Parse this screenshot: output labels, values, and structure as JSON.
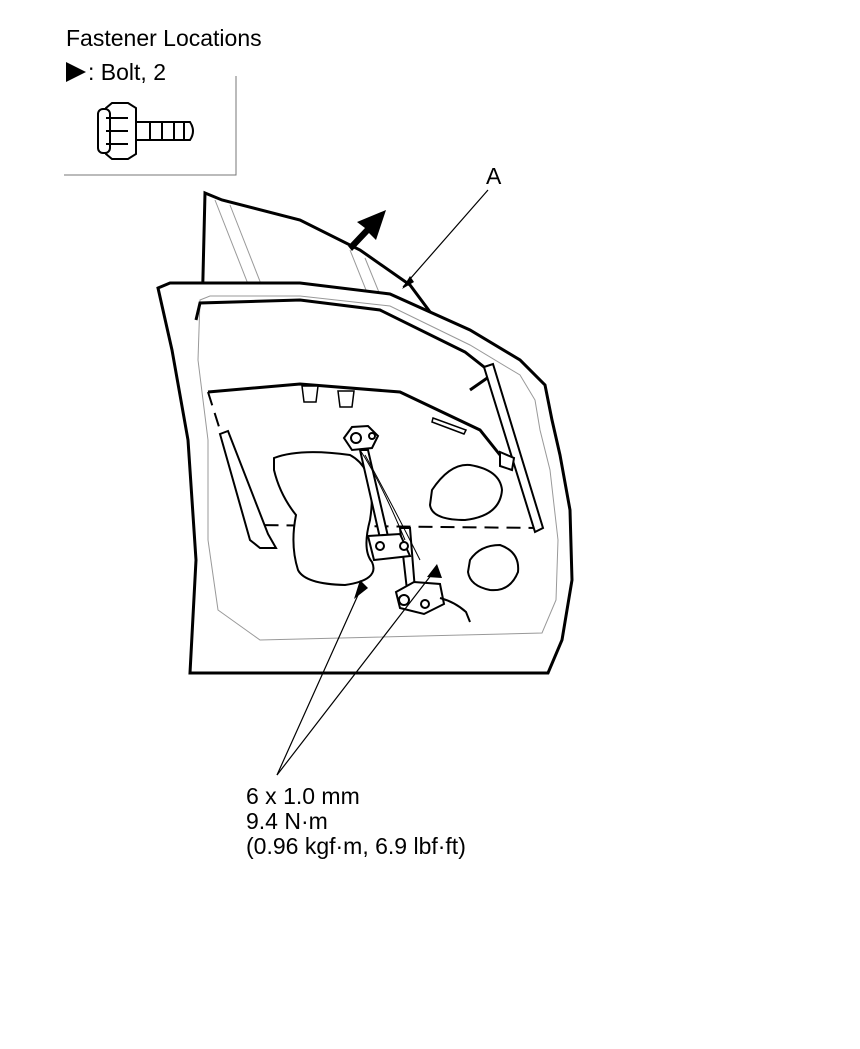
{
  "legend": {
    "title": "Fastener Locations",
    "item_label": ": Bolt, 2",
    "item_icon": "solid-triangle-icon"
  },
  "callout": {
    "label": "A"
  },
  "spec": {
    "size": "6 x 1.0 mm",
    "torque_nm": "9.4 N·m",
    "torque_other": "(0.96 kgf·m, 6.9 lbf·ft)"
  }
}
